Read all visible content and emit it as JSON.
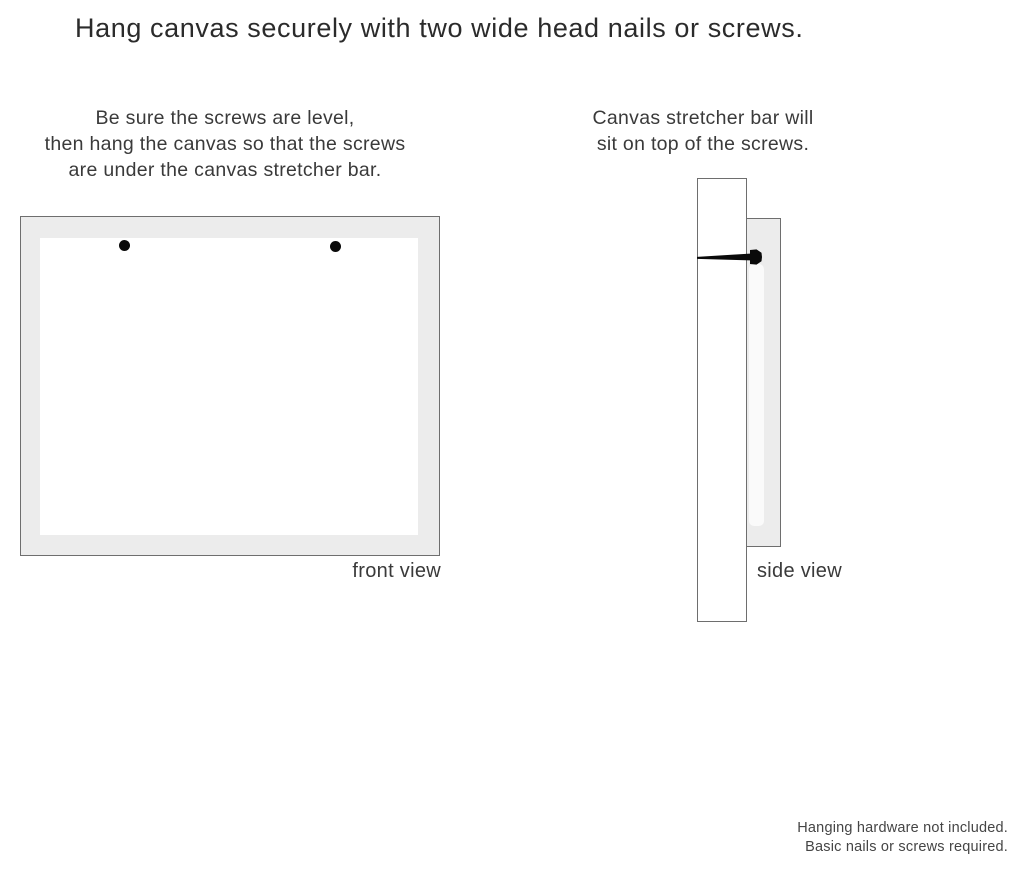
{
  "title": "Hang canvas securely with two wide head nails or screws.",
  "front": {
    "instructions": {
      "0": "Be sure the screws are level,",
      "1": "then hang the canvas so that the screws",
      "2": "are under the canvas stretcher bar."
    },
    "label": "front view"
  },
  "side": {
    "instructions": {
      "0": "Canvas stretcher bar will",
      "1": "sit on top of the screws."
    },
    "label": "side view"
  },
  "footer": {
    "lines": {
      "0": "Hanging hardware not included.",
      "1": "Basic nails or screws required."
    }
  },
  "icons": {
    "screw_left": "screw-dot",
    "screw_right": "screw-dot",
    "nail": "nail-side-profile"
  },
  "colors": {
    "canvas_fill": "#ececec",
    "outline": "#6e6e6e",
    "nail": "#0a0a0a",
    "text": "#3a3a3a",
    "title_text": "#2b2b2b",
    "footer_text": "#454545"
  }
}
